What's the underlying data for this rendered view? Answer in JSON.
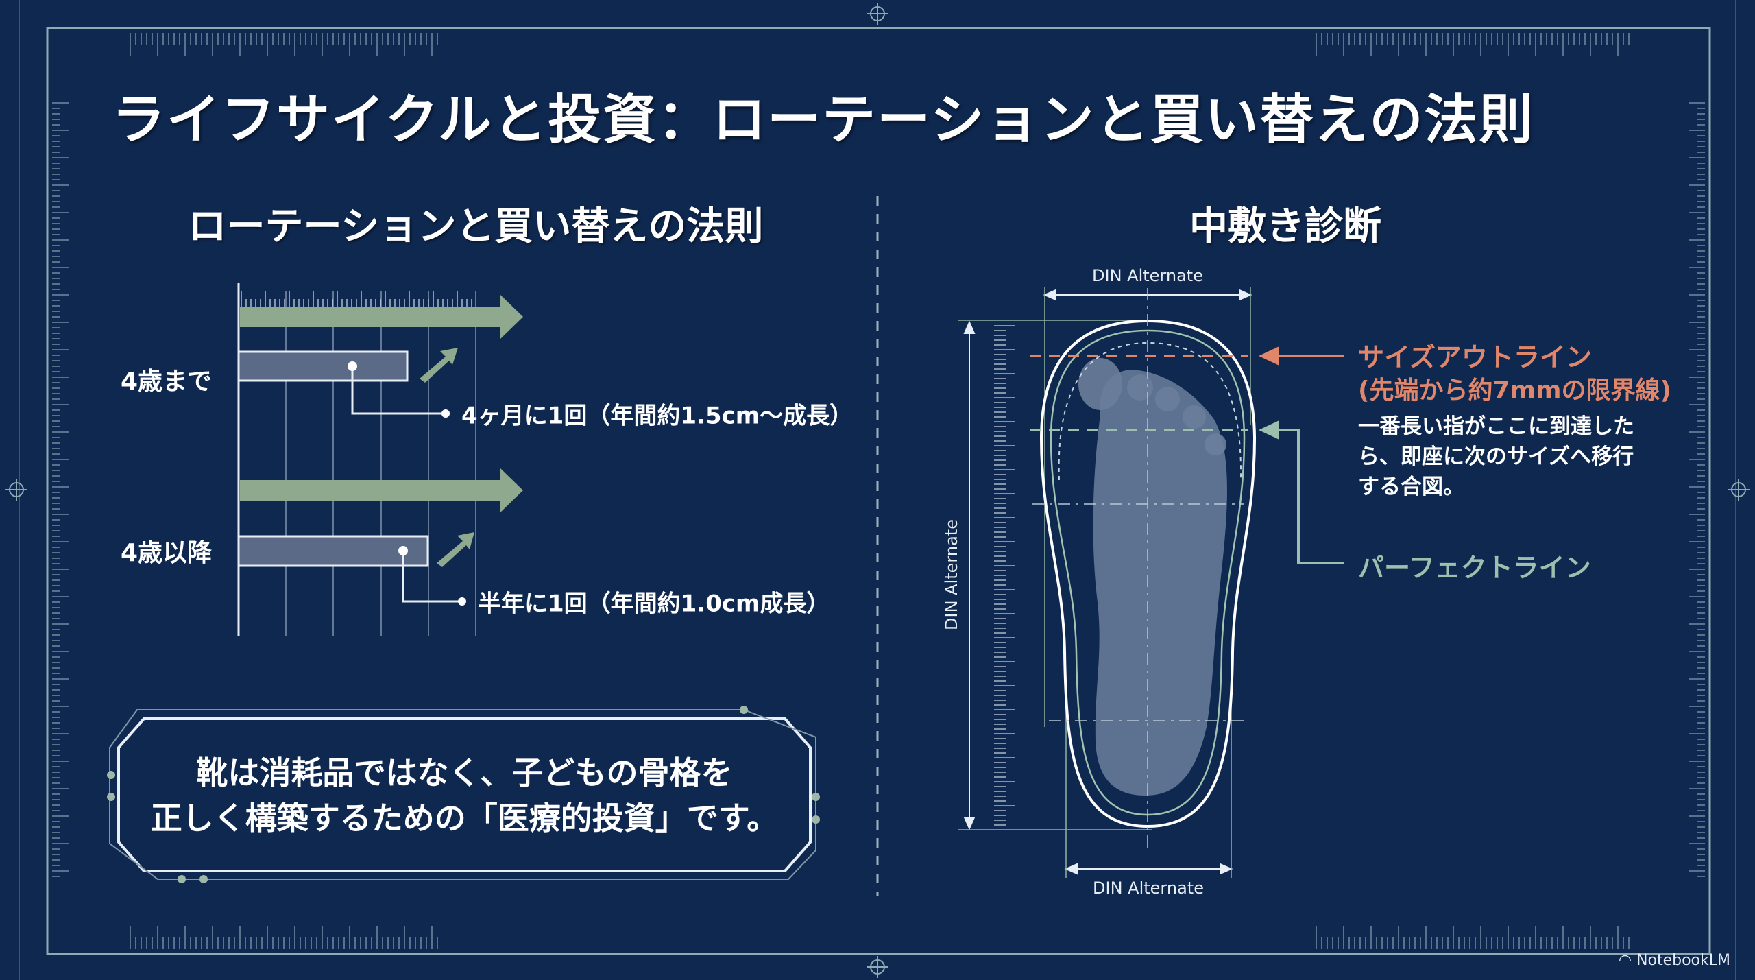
{
  "title": "ライフサイクルと投資：ローテーションと買い替えの法則",
  "left": {
    "subtitle": "ローテーションと買い替えの法則",
    "rows": [
      {
        "label": "4歳まで",
        "note": "4ヶ月に1回（年間約1.5cm〜成長）"
      },
      {
        "label": "4歳以降",
        "note": "半年に1回（年間約1.0cm成長）"
      }
    ],
    "callout": [
      "靴は消耗品ではなく、子どもの骨格を",
      "正しく構築するための「医療的投資」です。"
    ]
  },
  "right": {
    "subtitle": "中敷き診断",
    "dim_top": "DIN Alternate",
    "dim_left": "DIN Alternate",
    "dim_bottom": "DIN Alternate",
    "size_outline": {
      "title": "サイズアウトライン",
      "detail": "(先端から約7mmの限界線)"
    },
    "body": [
      "一番長い指がここに到達した",
      "ら、即座に次のサイズへ移行",
      "する合図。"
    ],
    "perfect_line": "パーフェクトライン"
  },
  "brand": "NotebookLM",
  "colors": {
    "background": "#0f2850",
    "green": "#8ea98d",
    "orange": "#e0876b",
    "frame": "#9fb7c0"
  }
}
